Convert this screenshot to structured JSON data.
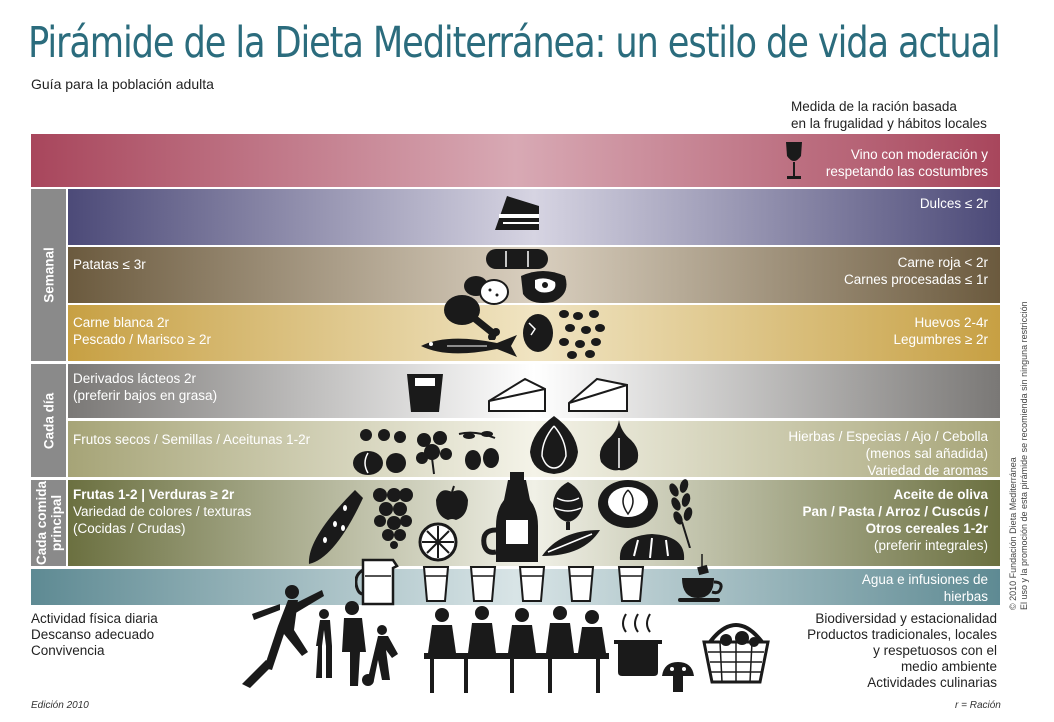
{
  "title": "Pirámide de la Dieta Mediterránea: un estilo de vida actual",
  "subtitle": "Guía para la población adulta",
  "measure_note": [
    "Medida de la ración basada",
    "en la frugalidad y hábitos locales"
  ],
  "bands": {
    "wine": {
      "right": [
        "Vino con moderación y",
        "respetando las costumbres"
      ],
      "color": "#a8465c"
    },
    "sweets": {
      "right": [
        "Dulces ≤ 2r"
      ],
      "color": "#4c4a78"
    },
    "meat": {
      "left": [
        "Patatas ≤ 3r"
      ],
      "right": [
        "Carne roja < 2r",
        "Carnes procesadas ≤ 1r"
      ],
      "color": "#6b5a3e"
    },
    "poultry": {
      "left": [
        "Carne blanca 2r",
        "Pescado / Marisco ≥ 2r"
      ],
      "right": [
        "Huevos 2-4r",
        "Legumbres ≥ 2r"
      ],
      "color": "#c7a043"
    },
    "dairy": {
      "left": [
        "Derivados lácteos 2r",
        "(preferir bajos en grasa)"
      ],
      "color": "#7a7876"
    },
    "nuts": {
      "left": [
        "Frutos secos / Semillas / Aceitunas 1-2r"
      ],
      "right": [
        "Hierbas / Especias / Ajo / Cebolla",
        "(menos sal añadida)",
        "Variedad de aromas"
      ],
      "color": "#a6a477"
    },
    "main": {
      "left_bold": "Frutas 1-2 | Verduras ≥ 2r",
      "left": [
        "Variedad de colores / texturas",
        "(Cocidas / Crudas)"
      ],
      "right_bold": [
        "Aceite de oliva",
        "Pan / Pasta / Arroz / Cuscús /",
        "Otros cereales 1-2r"
      ],
      "right": [
        "(preferir integrales)"
      ],
      "color": "#6b7040"
    },
    "water": {
      "right": [
        "Agua e infusiones de",
        "hierbas"
      ],
      "color": "#5e8a93"
    }
  },
  "side_labels": {
    "weekly": "Semanal",
    "daily": "Cada día",
    "main_meal": [
      "Cada comida",
      "principal"
    ]
  },
  "footer_left": [
    "Actividad física diaria",
    "Descanso adecuado",
    "Convivencia"
  ],
  "footer_right": [
    "Biodiversidad y estacionalidad",
    "Productos tradicionales, locales",
    "y respetuosos con el",
    "medio ambiente",
    "Actividades culinarias"
  ],
  "edition": "Edición 2010",
  "racion_note": "r = Ración",
  "copyright": [
    "© 2010 Fundación Dieta Mediterránea",
    "El uso y la promoción de esta pirámide se recomienda sin ninguna restricción"
  ],
  "icons": [
    "wine-glass-icon",
    "cake-icon",
    "sausage-icon",
    "potatoes-icon",
    "steak-icon",
    "chicken-leg-icon",
    "fish-icon",
    "egg-icon",
    "beans-icon",
    "yogurt-icon",
    "cheese-icon",
    "nuts-icon",
    "parsley-icon",
    "olives-icon",
    "onion-icon",
    "garlic-icon",
    "watermelon-icon",
    "grapes-icon",
    "apple-icon",
    "orange-icon",
    "oil-bottle-icon",
    "artichoke-icon",
    "cabbage-icon",
    "wheat-icon",
    "bread-icon",
    "pitcher-icon",
    "water-glass-icon",
    "tea-cup-icon",
    "running-family-icon",
    "dining-people-icon",
    "cooking-pot-icon",
    "basket-icon",
    "mushroom-icon"
  ]
}
